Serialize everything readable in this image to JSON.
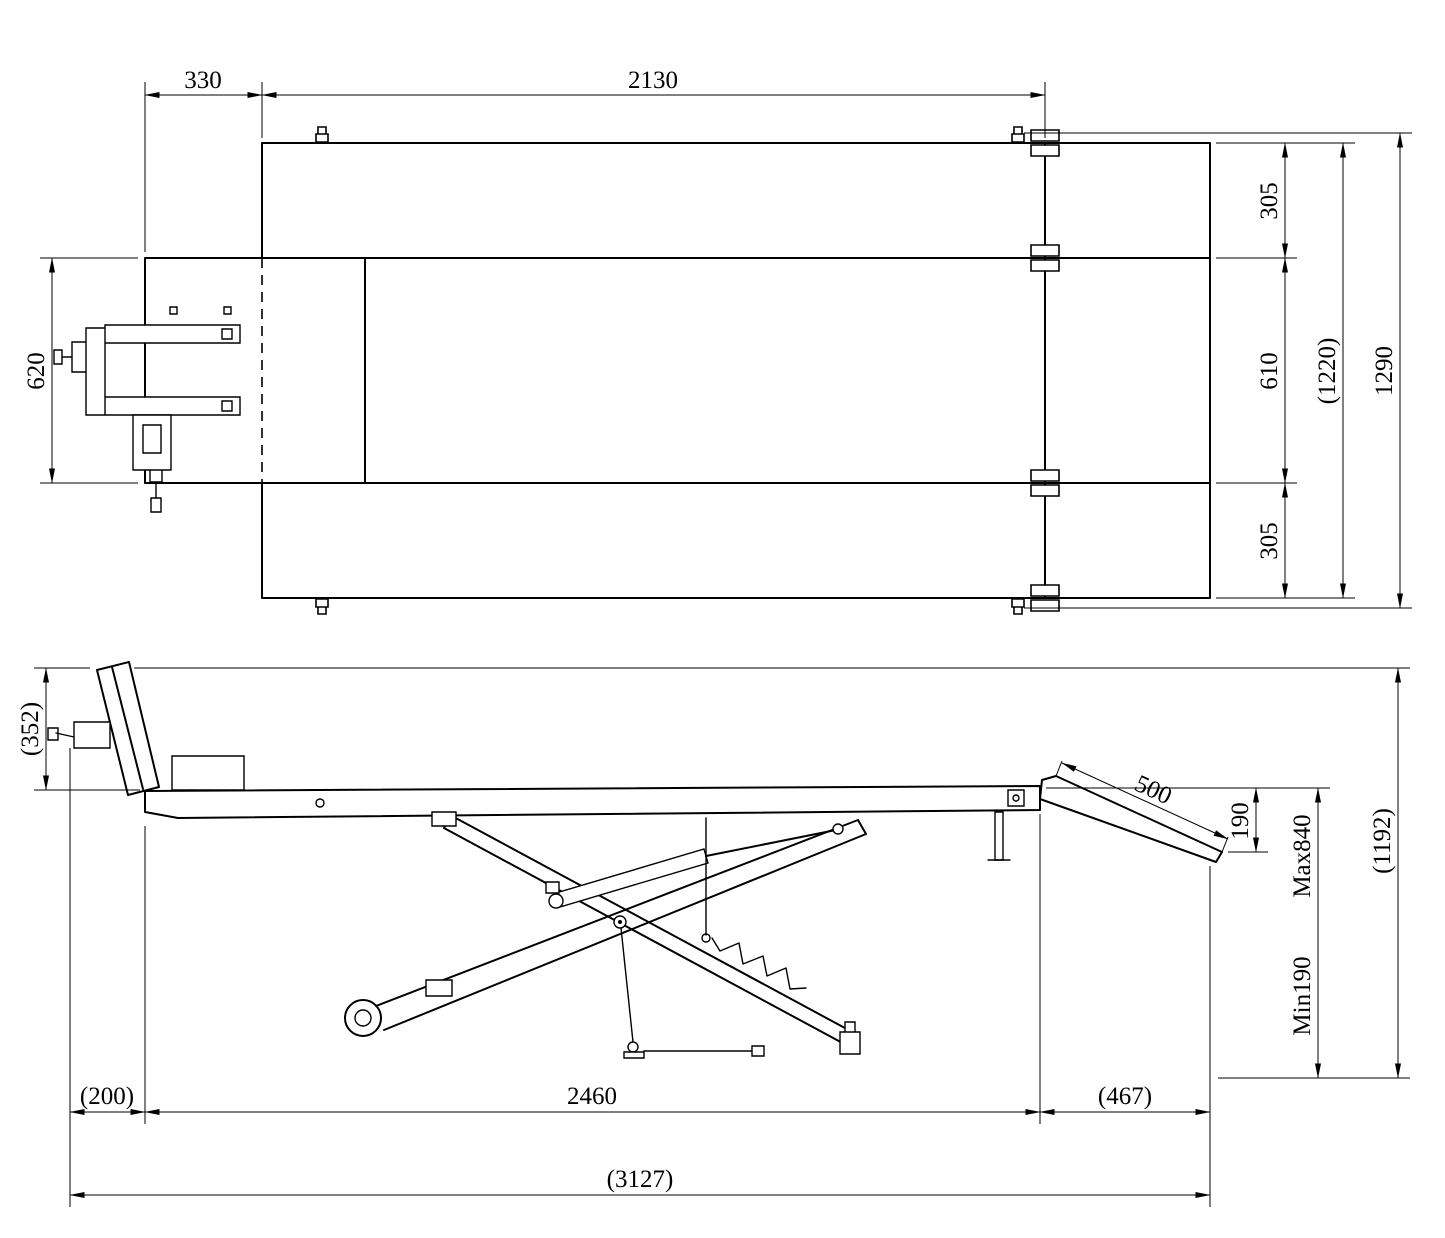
{
  "top": {
    "d330": "330",
    "d2130": "2130",
    "d620": "620",
    "d305a": "305",
    "d610": "610",
    "d1220": "(1220)",
    "d1290": "1290",
    "d305b": "305"
  },
  "side": {
    "d352": "(352)",
    "d500": "500",
    "d190": "190",
    "dmax": "Max840",
    "dmin": "Min190",
    "d1192": "(1192)",
    "d200": "(200)",
    "d2460": "2460",
    "d467": "(467)",
    "d3127": "(3127)"
  },
  "colors": {
    "line": "#000000",
    "background": "#ffffff"
  }
}
